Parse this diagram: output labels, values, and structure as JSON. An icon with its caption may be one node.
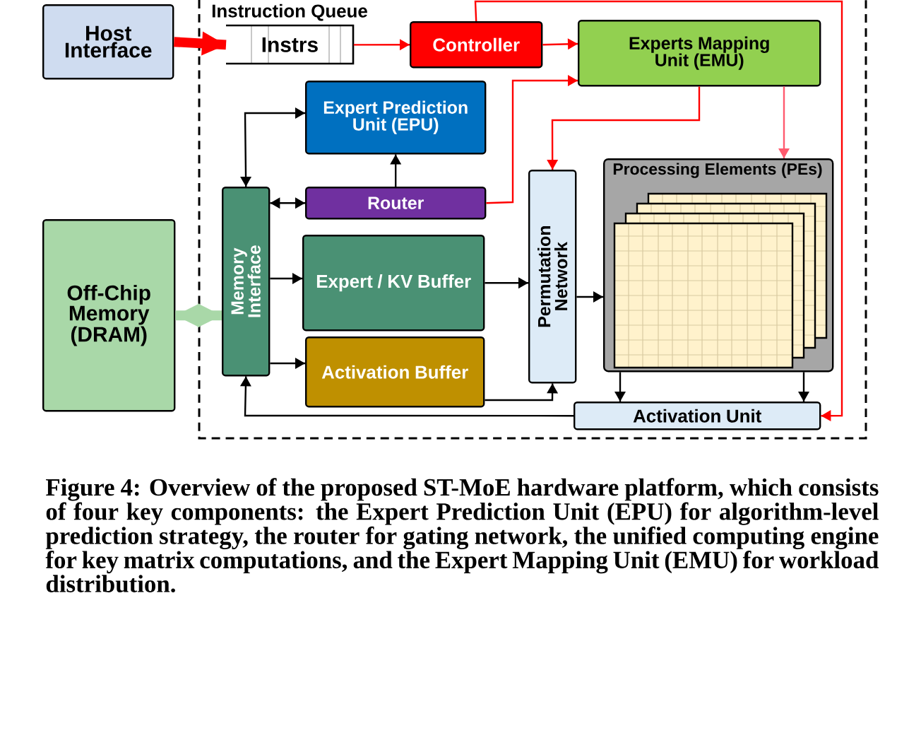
{
  "diagram": {
    "caption": "Figure 4: Overview of the proposed ST-MoE hardware platform, which consists of four key components: the Expert Prediction Unit (EPU) for algorithm-level prediction strategy, the router for gating network, the unified computing engine for key matrix computations, and the Expert Mapping Unit (EMU) for workload distribution.",
    "nodes": [
      {
        "text": [
          "Host Interface"
        ]
      },
      {
        "text": [
          "Instruction Queue",
          "Instrs"
        ]
      },
      {
        "text": [
          "Controller"
        ]
      },
      {
        "text": [
          "Experts Mapping Unit (EMU)"
        ]
      },
      {
        "text": [
          "Expert Prediction Unit (EPU)"
        ]
      },
      {
        "text": [
          "Router"
        ]
      },
      {
        "text": [
          "Memory Interface"
        ]
      },
      {
        "text": [
          "Expert / KV Buffer"
        ]
      },
      {
        "text": [
          "Activation Buffer"
        ]
      },
      {
        "text": [
          "Permutation Network"
        ]
      },
      {
        "text": [
          "Processing Elements (PEs)"
        ]
      },
      {
        "text": [
          "Activation Unit"
        ]
      },
      {
        "text": [
          "Off-Chip Memory (DRAM)"
        ]
      }
    ],
    "edges": [
      {
        "from": 0,
        "to": 1,
        "arrow": "to",
        "style": "thick",
        "color": "#ff0000"
      },
      {
        "from": 1,
        "to": 2,
        "arrow": "to",
        "color": "#ff0000"
      },
      {
        "from": 2,
        "to": 3,
        "arrow": "to",
        "color": "#ff0000"
      },
      {
        "from": 5,
        "to": 3,
        "arrow": "to",
        "color": "#ff0000"
      },
      {
        "from": 3,
        "to": 9,
        "arrow": "to",
        "color": "#ff0000"
      },
      {
        "from": 3,
        "to": 10,
        "arrow": "to",
        "color": "#ff5a6e"
      },
      {
        "from": 2,
        "to": 11,
        "arrow": "to",
        "color": "#ff0000"
      },
      {
        "from": 6,
        "to": 5,
        "arrow": "both"
      },
      {
        "from": 6,
        "to": 4,
        "arrow": "both"
      },
      {
        "from": 5,
        "to": 4,
        "arrow": "to"
      },
      {
        "from": 6,
        "to": 7,
        "arrow": "to"
      },
      {
        "from": 6,
        "to": 8,
        "arrow": "to"
      },
      {
        "from": 7,
        "to": 9,
        "arrow": "to"
      },
      {
        "from": 8,
        "to": 9,
        "arrow": "to"
      },
      {
        "from": 9,
        "to": 10,
        "arrow": "to"
      },
      {
        "from": 10,
        "to": 11,
        "arrow": "to"
      },
      {
        "from": 10,
        "to": 11,
        "arrow": "to"
      },
      {
        "from": 11,
        "to": 6,
        "arrow": "to"
      },
      {
        "from": 12,
        "to": 6,
        "arrow": "both",
        "style": "thick",
        "color": "#a9d8a8"
      }
    ]
  }
}
